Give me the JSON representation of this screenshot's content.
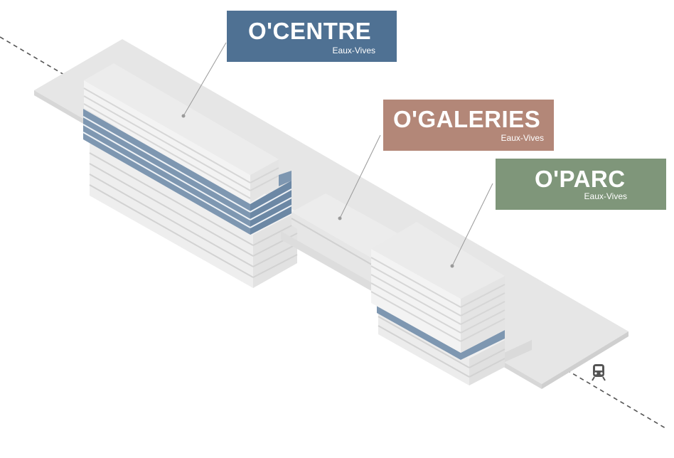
{
  "labels": {
    "centre": {
      "brand": "O'CENTRE",
      "sub": "Eaux-Vives",
      "color": "#4f7193"
    },
    "galeries": {
      "brand": "O'GALERIES",
      "sub": "Eaux-Vives",
      "color": "#b38778"
    },
    "parc": {
      "brand": "O'PARC",
      "sub": "Eaux-Vives",
      "color": "#7f967a"
    }
  },
  "colors": {
    "slab_top": "#e8e8e8",
    "slab_side": "#dcdcdc",
    "floor_light": "#f1f1f1",
    "floor_dark": "#dedede",
    "floor_blue": "#7e97b1",
    "floor_blue_dark": "#6783a0",
    "rail_line": "#555555",
    "leader_line": "#999999"
  },
  "icons": {
    "train": "train-icon"
  }
}
